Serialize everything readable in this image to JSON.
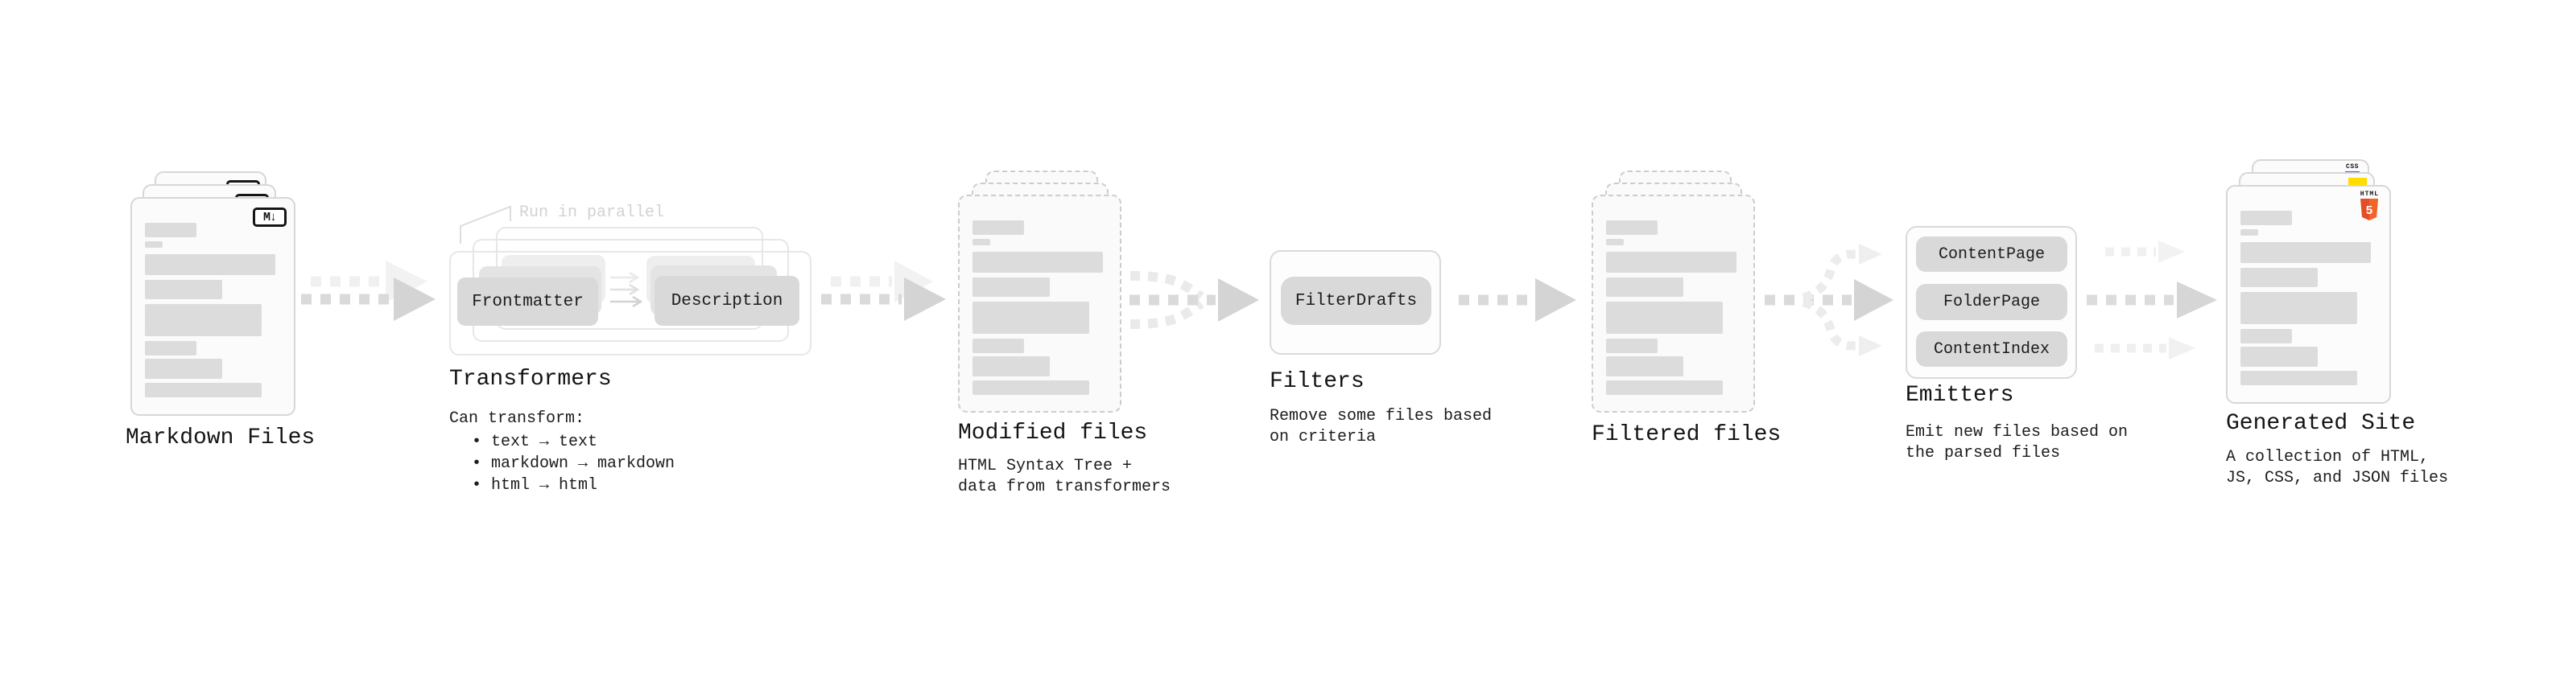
{
  "colors": {
    "html5_orange": "#e44d26",
    "html5_orange_light": "#f16529",
    "js_yellow": "#ffdd00",
    "css_blue": "#2965f1",
    "accent_dark_text": "#161616",
    "note_gray": "#d2d2d2",
    "arrow_gray": "#d4d4d4"
  },
  "markdown_files": {
    "title": "Markdown Files",
    "badge": "M↓"
  },
  "transformers": {
    "note": "Run in parallel",
    "step1": "Frontmatter",
    "step2": "Description",
    "title": "Transformers",
    "desc_heading": "Can transform:",
    "bullets": [
      "• text → text",
      "• markdown → markdown",
      "• html → html"
    ]
  },
  "modified_files": {
    "title": "Modified files",
    "desc1": "HTML Syntax Tree +",
    "desc2": "data from transformers"
  },
  "filters": {
    "title": "Filters",
    "step": "FilterDrafts",
    "desc1": "Remove some files based",
    "desc2": "on criteria"
  },
  "filtered_files": {
    "title": "Filtered files"
  },
  "emitters": {
    "title": "Emitters",
    "steps": [
      "ContentPage",
      "FolderPage",
      "ContentIndex"
    ],
    "desc1": "Emit new files based on",
    "desc2": "the parsed files"
  },
  "generated_site": {
    "title": "Generated Site",
    "desc1": "A collection of HTML,",
    "desc2": "JS, CSS, and JSON files",
    "css_badge": "CSS",
    "html_badge": "HTML",
    "html_badge_number": "5"
  }
}
